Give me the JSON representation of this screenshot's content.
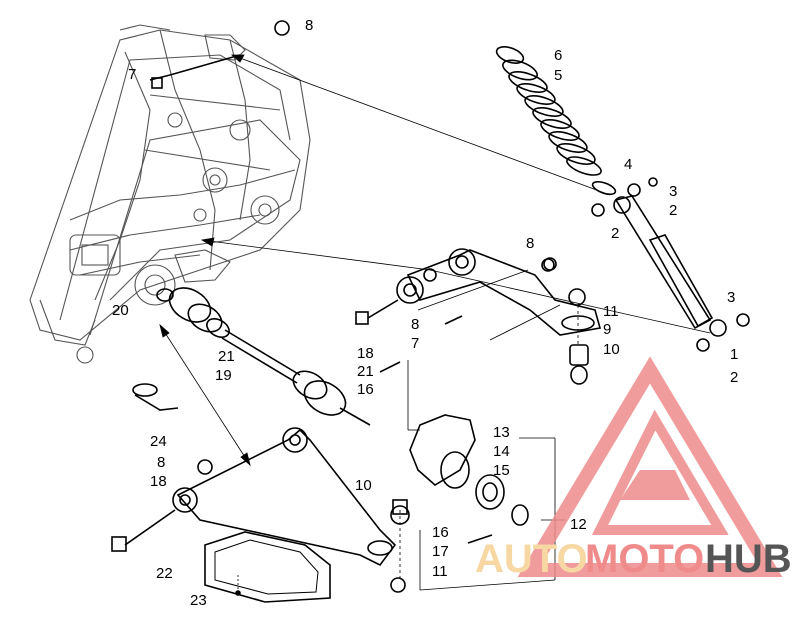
{
  "callouts": [
    {
      "id": "c8a",
      "text": "8"
    },
    {
      "id": "c7a",
      "text": "7"
    },
    {
      "id": "c6",
      "text": "6"
    },
    {
      "id": "c5",
      "text": "5"
    },
    {
      "id": "c4",
      "text": "4"
    },
    {
      "id": "c3a",
      "text": "3"
    },
    {
      "id": "c2a",
      "text": "2"
    },
    {
      "id": "c2b",
      "text": "2"
    },
    {
      "id": "c8b",
      "text": "8"
    },
    {
      "id": "c3b",
      "text": "3"
    },
    {
      "id": "c20",
      "text": "20"
    },
    {
      "id": "c11a",
      "text": "11"
    },
    {
      "id": "c9",
      "text": "9"
    },
    {
      "id": "c8c",
      "text": "8"
    },
    {
      "id": "c7b",
      "text": "7"
    },
    {
      "id": "c10a",
      "text": "10"
    },
    {
      "id": "c1",
      "text": "1"
    },
    {
      "id": "c2c",
      "text": "2"
    },
    {
      "id": "c21a",
      "text": "21"
    },
    {
      "id": "c18a",
      "text": "18"
    },
    {
      "id": "c19",
      "text": "19"
    },
    {
      "id": "c21b",
      "text": "21"
    },
    {
      "id": "c16a",
      "text": "16"
    },
    {
      "id": "c13",
      "text": "13"
    },
    {
      "id": "c14",
      "text": "14"
    },
    {
      "id": "c15",
      "text": "15"
    },
    {
      "id": "c24",
      "text": "24"
    },
    {
      "id": "c8d",
      "text": "8"
    },
    {
      "id": "c18b",
      "text": "18"
    },
    {
      "id": "c10b",
      "text": "10"
    },
    {
      "id": "c12",
      "text": "12"
    },
    {
      "id": "c16b",
      "text": "16"
    },
    {
      "id": "c17",
      "text": "17"
    },
    {
      "id": "c11b",
      "text": "11"
    },
    {
      "id": "c22",
      "text": "22"
    },
    {
      "id": "c23",
      "text": "23"
    }
  ],
  "watermark": {
    "part1": "AUTO",
    "part2": "MOTO",
    "part3": "HUB",
    "color_light": "#f7d7a2",
    "color_red": "#ef8b8b",
    "color_dark": "#555555"
  },
  "icons": [
    "atv-frame-drawing",
    "shock-absorber-icon",
    "coil-spring-icon",
    "a-arm-icon",
    "cv-axle-icon",
    "steering-knuckle-icon",
    "ball-joint-icon",
    "skid-plate-icon",
    "bolt-icon",
    "nut-icon"
  ]
}
